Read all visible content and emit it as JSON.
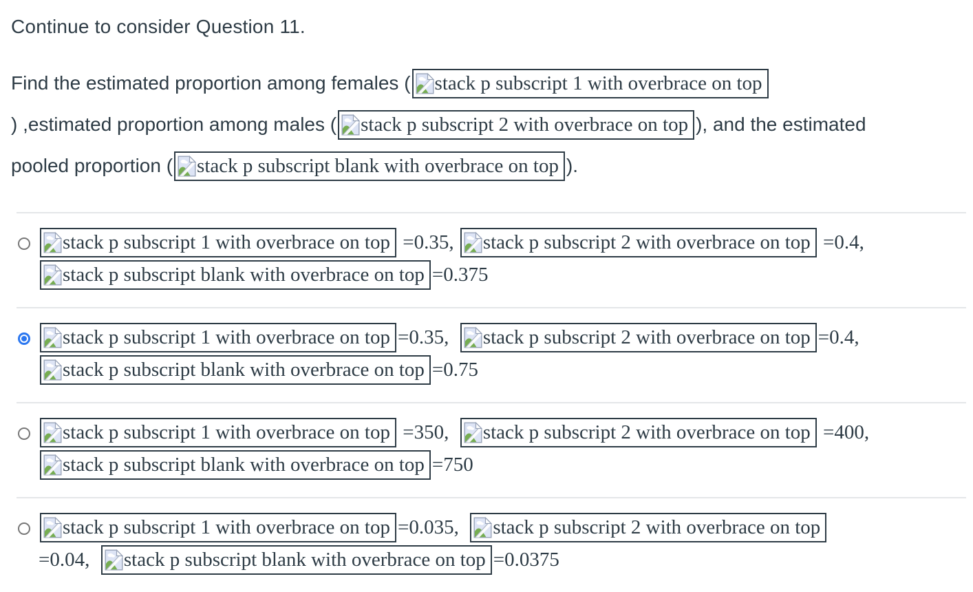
{
  "colors": {
    "text": "#2d3b45",
    "box_border": "#2d3b45",
    "divider": "#e4e6e8",
    "radio_unselected": "#777777",
    "radio_selected": "#2b77f0"
  },
  "header": {
    "title": "Continue to consider Question 11."
  },
  "question": {
    "lines": [
      [
        {
          "t": "text",
          "v": "Find the estimated proportion among females ("
        },
        {
          "t": "formula",
          "alt": "stack p subscript 1 with overbrace on top"
        }
      ],
      [
        {
          "t": "text",
          "v": ") ,estimated proportion among males ("
        },
        {
          "t": "formula",
          "alt": "stack p subscript 2 with overbrace on top"
        },
        {
          "t": "text",
          "v": "), and the estimated"
        }
      ],
      [
        {
          "t": "text",
          "v": "pooled proportion ("
        },
        {
          "t": "formula",
          "alt": "stack p subscript blank with overbrace on top"
        },
        {
          "t": "text",
          "v": ")."
        }
      ]
    ]
  },
  "options": [
    {
      "id": 1,
      "selected": false,
      "lines": [
        [
          {
            "t": "formula",
            "alt": "stack p subscript 1 with overbrace on top"
          },
          {
            "t": "num",
            "v": " =0.35, "
          },
          {
            "t": "formula",
            "alt": "stack p subscript 2 with overbrace on top"
          },
          {
            "t": "num",
            "v": " =0.4,"
          }
        ],
        [
          {
            "t": "formula",
            "alt": "stack p subscript blank with overbrace on top"
          },
          {
            "t": "num",
            "v": "=0.375"
          }
        ]
      ]
    },
    {
      "id": 2,
      "selected": true,
      "lines": [
        [
          {
            "t": "formula",
            "alt": "stack p subscript 1 with overbrace on top"
          },
          {
            "t": "num",
            "v": "=0.35,  "
          },
          {
            "t": "formula",
            "alt": "stack p subscript 2 with overbrace on top"
          },
          {
            "t": "num",
            "v": "=0.4,"
          }
        ],
        [
          {
            "t": "formula",
            "alt": "stack p subscript blank with overbrace on top"
          },
          {
            "t": "num",
            "v": "=0.75"
          }
        ]
      ]
    },
    {
      "id": 3,
      "selected": false,
      "lines": [
        [
          {
            "t": "formula",
            "alt": "stack p subscript 1 with overbrace on top"
          },
          {
            "t": "num",
            "v": " =350,  "
          },
          {
            "t": "formula",
            "alt": "stack p subscript 2 with overbrace on top"
          },
          {
            "t": "num",
            "v": " =400,"
          }
        ],
        [
          {
            "t": "formula",
            "alt": "stack p subscript blank with overbrace on top"
          },
          {
            "t": "num",
            "v": "=750"
          }
        ]
      ]
    },
    {
      "id": 4,
      "selected": false,
      "lines": [
        [
          {
            "t": "formula",
            "alt": "stack p subscript 1 with overbrace on top"
          },
          {
            "t": "num",
            "v": "=0.035,  "
          },
          {
            "t": "formula",
            "alt": "stack p subscript 2 with overbrace on top"
          }
        ],
        [
          {
            "t": "num",
            "v": "=0.04,  "
          },
          {
            "t": "formula",
            "alt": "stack p subscript blank with overbrace on top"
          },
          {
            "t": "num",
            "v": "=0.0375"
          }
        ]
      ]
    }
  ]
}
